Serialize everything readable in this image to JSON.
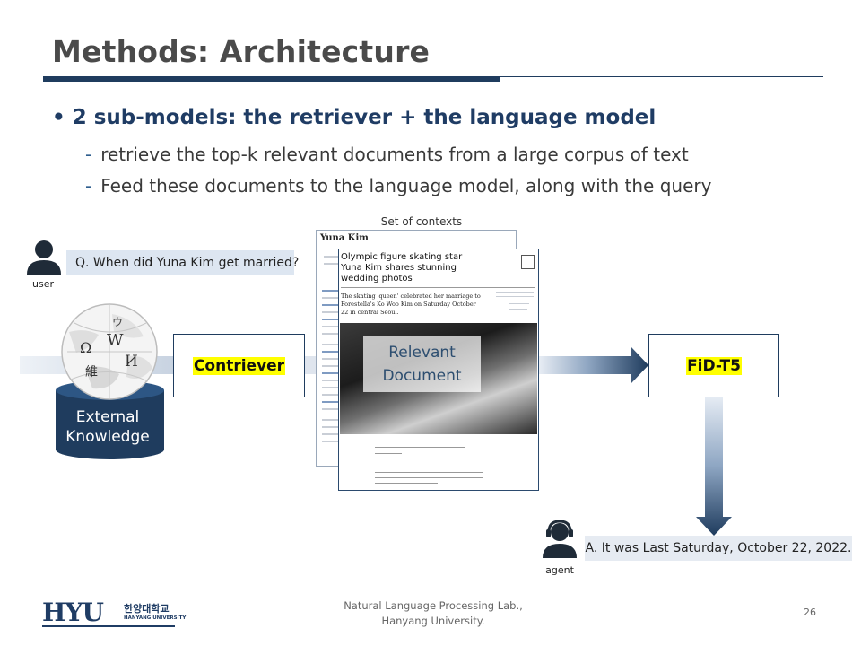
{
  "slide": {
    "title": "Methods: Architecture",
    "bullet": "2 sub-models: the retriever + the language model",
    "sub_bullets": [
      {
        "dash": "-",
        "text": "retrieve the top-k relevant documents from a large corpus of text"
      },
      {
        "dash": "-",
        "text": "Feed these documents to the language model, along with the query"
      }
    ]
  },
  "diagram": {
    "contexts_label": "Set of contexts",
    "user": {
      "label": "user",
      "question": "Q. When did Yuna Kim get married?"
    },
    "knowledge_base": {
      "label_line1": "External",
      "label_line2": "Knowledge",
      "icon": "wikipedia-globe-icon"
    },
    "retriever": {
      "label": "Contriever"
    },
    "document": {
      "label_line1": "Relevant",
      "label_line2": "Document",
      "back_title": "Yuna Kim",
      "front_headline": "Olympic figure skating star Yuna Kim shares stunning wedding photos",
      "front_subheadline": "The skating 'queen' celebrated her marriage to Forestella's Ko Woo Kim on Saturday October 22 in central Seoul."
    },
    "reader": {
      "label": "FiD-T5"
    },
    "agent": {
      "label": "agent",
      "answer": "A. It was Last Saturday, October 22, 2022."
    }
  },
  "footer": {
    "lab_line1": "Natural Language Processing Lab.,",
    "lab_line2": "Hanyang University.",
    "page_number": "26",
    "logo_text": "HYU",
    "logo_korean": "한양대학교",
    "logo_english": "HANYANG UNIVERSITY"
  },
  "colors": {
    "primary_navy": "#1f3c5e",
    "bullet_blue": "#1f3c64",
    "highlight_yellow": "#ffff00",
    "question_box": "#dde6f1",
    "answer_box": "#e6ebf2"
  }
}
